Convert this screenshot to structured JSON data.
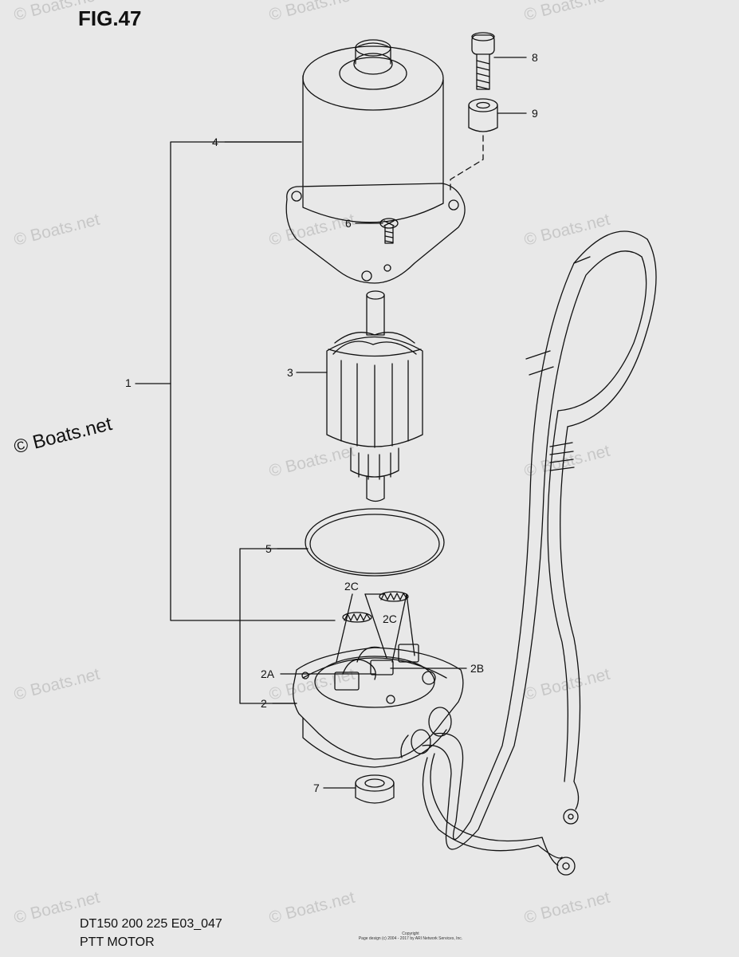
{
  "figure": {
    "title": "FIG.47"
  },
  "footer": {
    "model": "DT150 200 225 E03_047",
    "name": "PTT MOTOR"
  },
  "copyright": {
    "line1": "Copyright",
    "line2": "Page design (c) 2004 - 2017 by ARI Network Services, Inc."
  },
  "brand": {
    "mark": "© Boats.net",
    "watermark": "© Boats.net"
  },
  "callouts": {
    "p1": "1",
    "p2": "2",
    "p2a": "2A",
    "p2b": "2B",
    "p2c_top": "2C",
    "p2c_bottom": "2C",
    "p3": "3",
    "p4": "4",
    "p5": "5",
    "p6": "6",
    "p7": "7",
    "p8": "8",
    "p9": "9"
  },
  "colors": {
    "background": "#e8e8e8",
    "line": "#111111",
    "watermark": "#c8c8c8"
  }
}
